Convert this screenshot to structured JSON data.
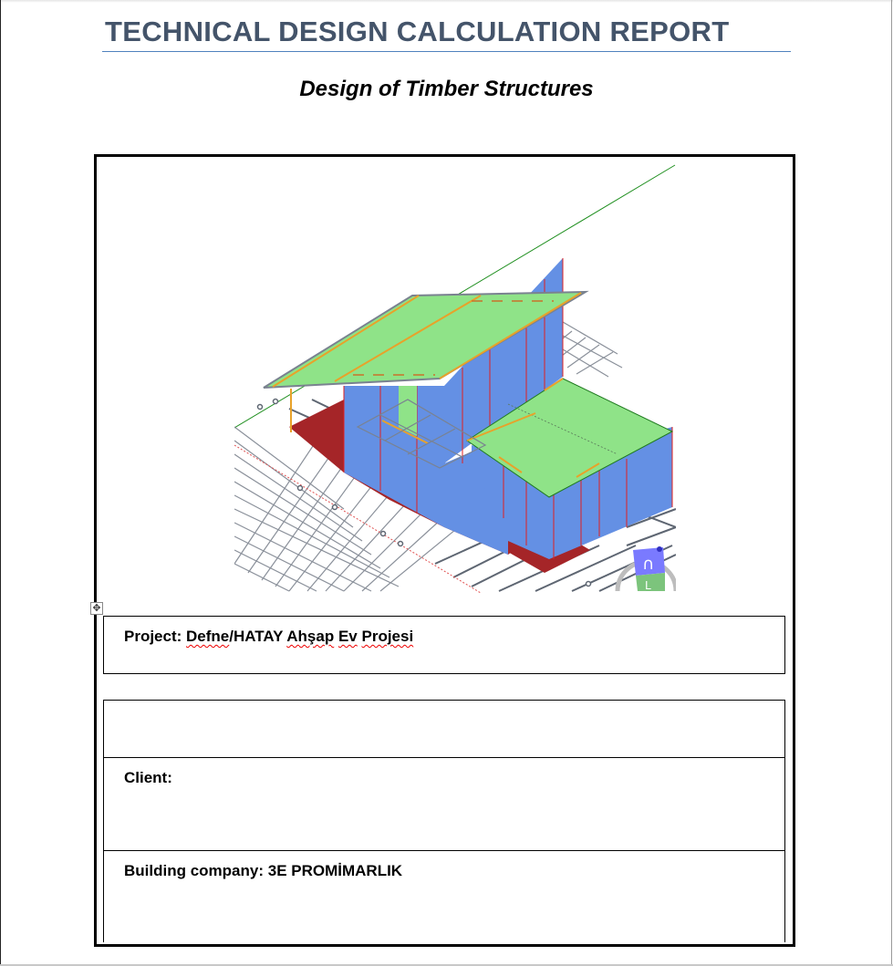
{
  "document": {
    "title": "TECHNICAL DESIGN CALCULATION REPORT",
    "subtitle": "Design of Timber Structures",
    "title_color": "#44546a",
    "rule_color": "#4f81bd"
  },
  "cover_image": {
    "description": "3D structural model of a timber house with green roofs, blue walls, red floor slabs and grey grid lines",
    "colors": {
      "roof": "#8fe388",
      "wall": "#6490e4",
      "floor": "#a52528",
      "beam": "#e8a22a",
      "grid": "#7a8290",
      "axis": "#1f8f1f"
    },
    "view_cube": {
      "top_label": "∩",
      "front_label": "L"
    }
  },
  "info_table": {
    "project_label": "Project:",
    "project_value_parts": [
      "Defne",
      "/HATAY ",
      "Ahşap",
      " ",
      "Ev",
      " ",
      "Projesi"
    ],
    "blank_row": "",
    "client_label": "Client:",
    "client_value": "",
    "company_label": "Building company:",
    "company_value": "3E PROMİMARLIK"
  }
}
